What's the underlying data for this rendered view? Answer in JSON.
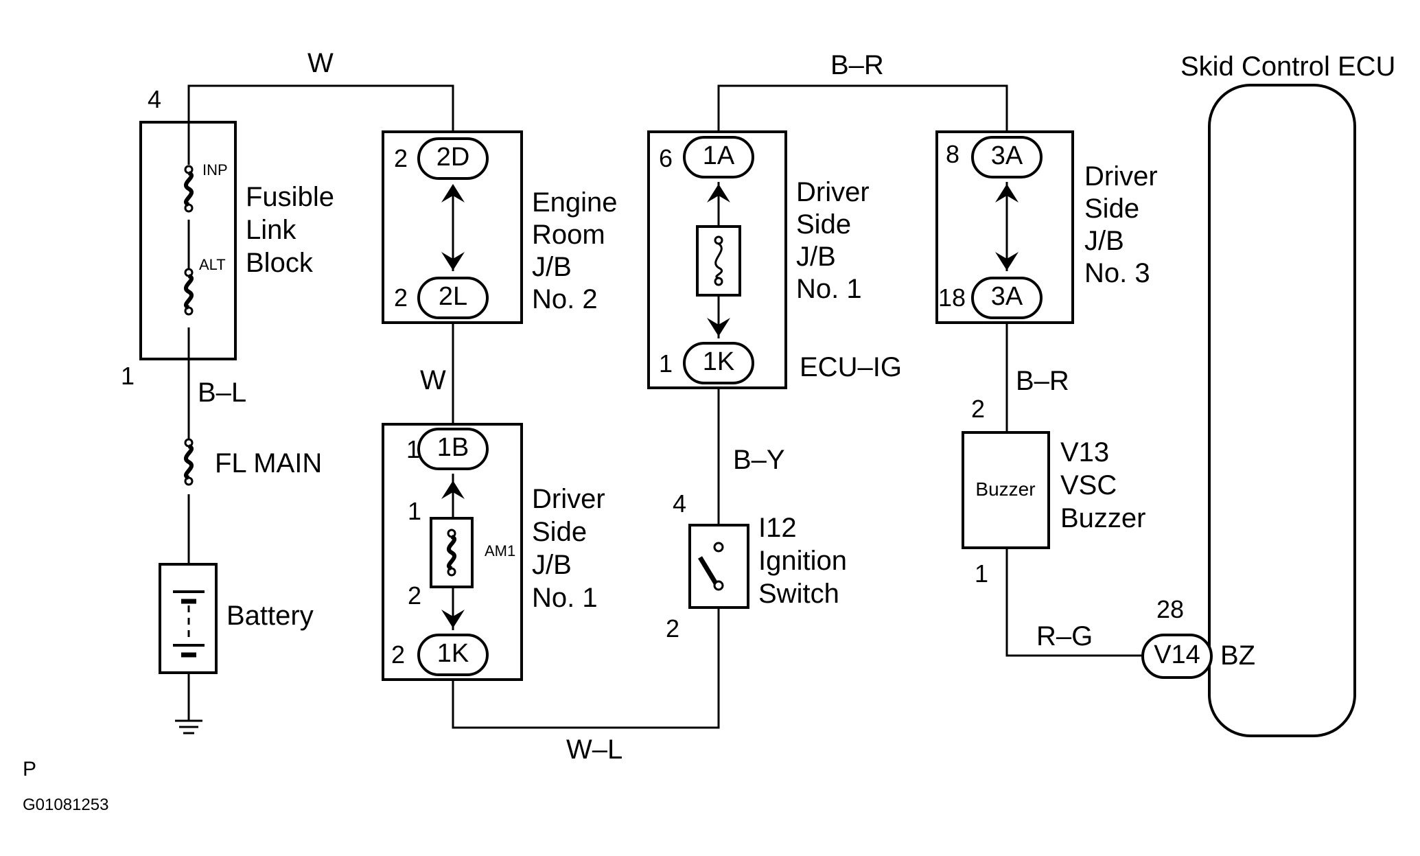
{
  "wires": {
    "top_left": "W",
    "top_right": "B–R",
    "fusible_to_fl": "B–L",
    "jb2_to_jb1": "W",
    "bottom": "W–L",
    "ecu_ig_to_switch": "B–Y",
    "jb3_to_buzzer": "B–R",
    "buzzer_to_ecu": "R–G"
  },
  "fusible_link_block": {
    "name": "Fusible\nLink\nBlock",
    "fuse_top": "INP",
    "fuse_bottom": "ALT",
    "pin_top": "4",
    "pin_bottom": "1"
  },
  "fl_main": {
    "label": "FL MAIN"
  },
  "battery": {
    "label": "Battery"
  },
  "engine_room_jb": {
    "name": "Engine\nRoom\nJ/B\nNo. 2",
    "conn_top": "2D",
    "pin_top": "2",
    "conn_bottom": "2L",
    "pin_bottom": "2"
  },
  "driver_side_jb1_lower": {
    "name": "Driver\nSide\nJ/B\nNo. 1",
    "conn_top": "1B",
    "pin_top": "1",
    "fuse": "AM1",
    "fuse_pin_top": "1",
    "fuse_pin_bottom": "2",
    "conn_bottom": "1K",
    "pin_bottom": "2"
  },
  "driver_side_jb1_upper": {
    "name": "Driver\nSide\nJ/B\nNo. 1",
    "conn_top": "1A",
    "pin_top": "6",
    "conn_bottom": "1K",
    "pin_bottom": "1",
    "fuse": "ECU–IG"
  },
  "ignition_switch": {
    "name": "I12\nIgnition\nSwitch",
    "pin_top": "4",
    "pin_bottom": "2"
  },
  "driver_side_jb3": {
    "name": "Driver\nSide\nJ/B\nNo. 3",
    "conn_top": "3A",
    "pin_top": "8",
    "conn_bottom": "3A",
    "pin_bottom": "18"
  },
  "buzzer": {
    "inner": "Buzzer",
    "name": "V13\nVSC\nBuzzer",
    "pin_top": "2",
    "pin_bottom": "1"
  },
  "ecu": {
    "title": "Skid Control ECU",
    "connector": "V14",
    "pin": "28",
    "terminal": "BZ"
  },
  "footer": {
    "code": "P",
    "figure_id": "G01081253"
  }
}
